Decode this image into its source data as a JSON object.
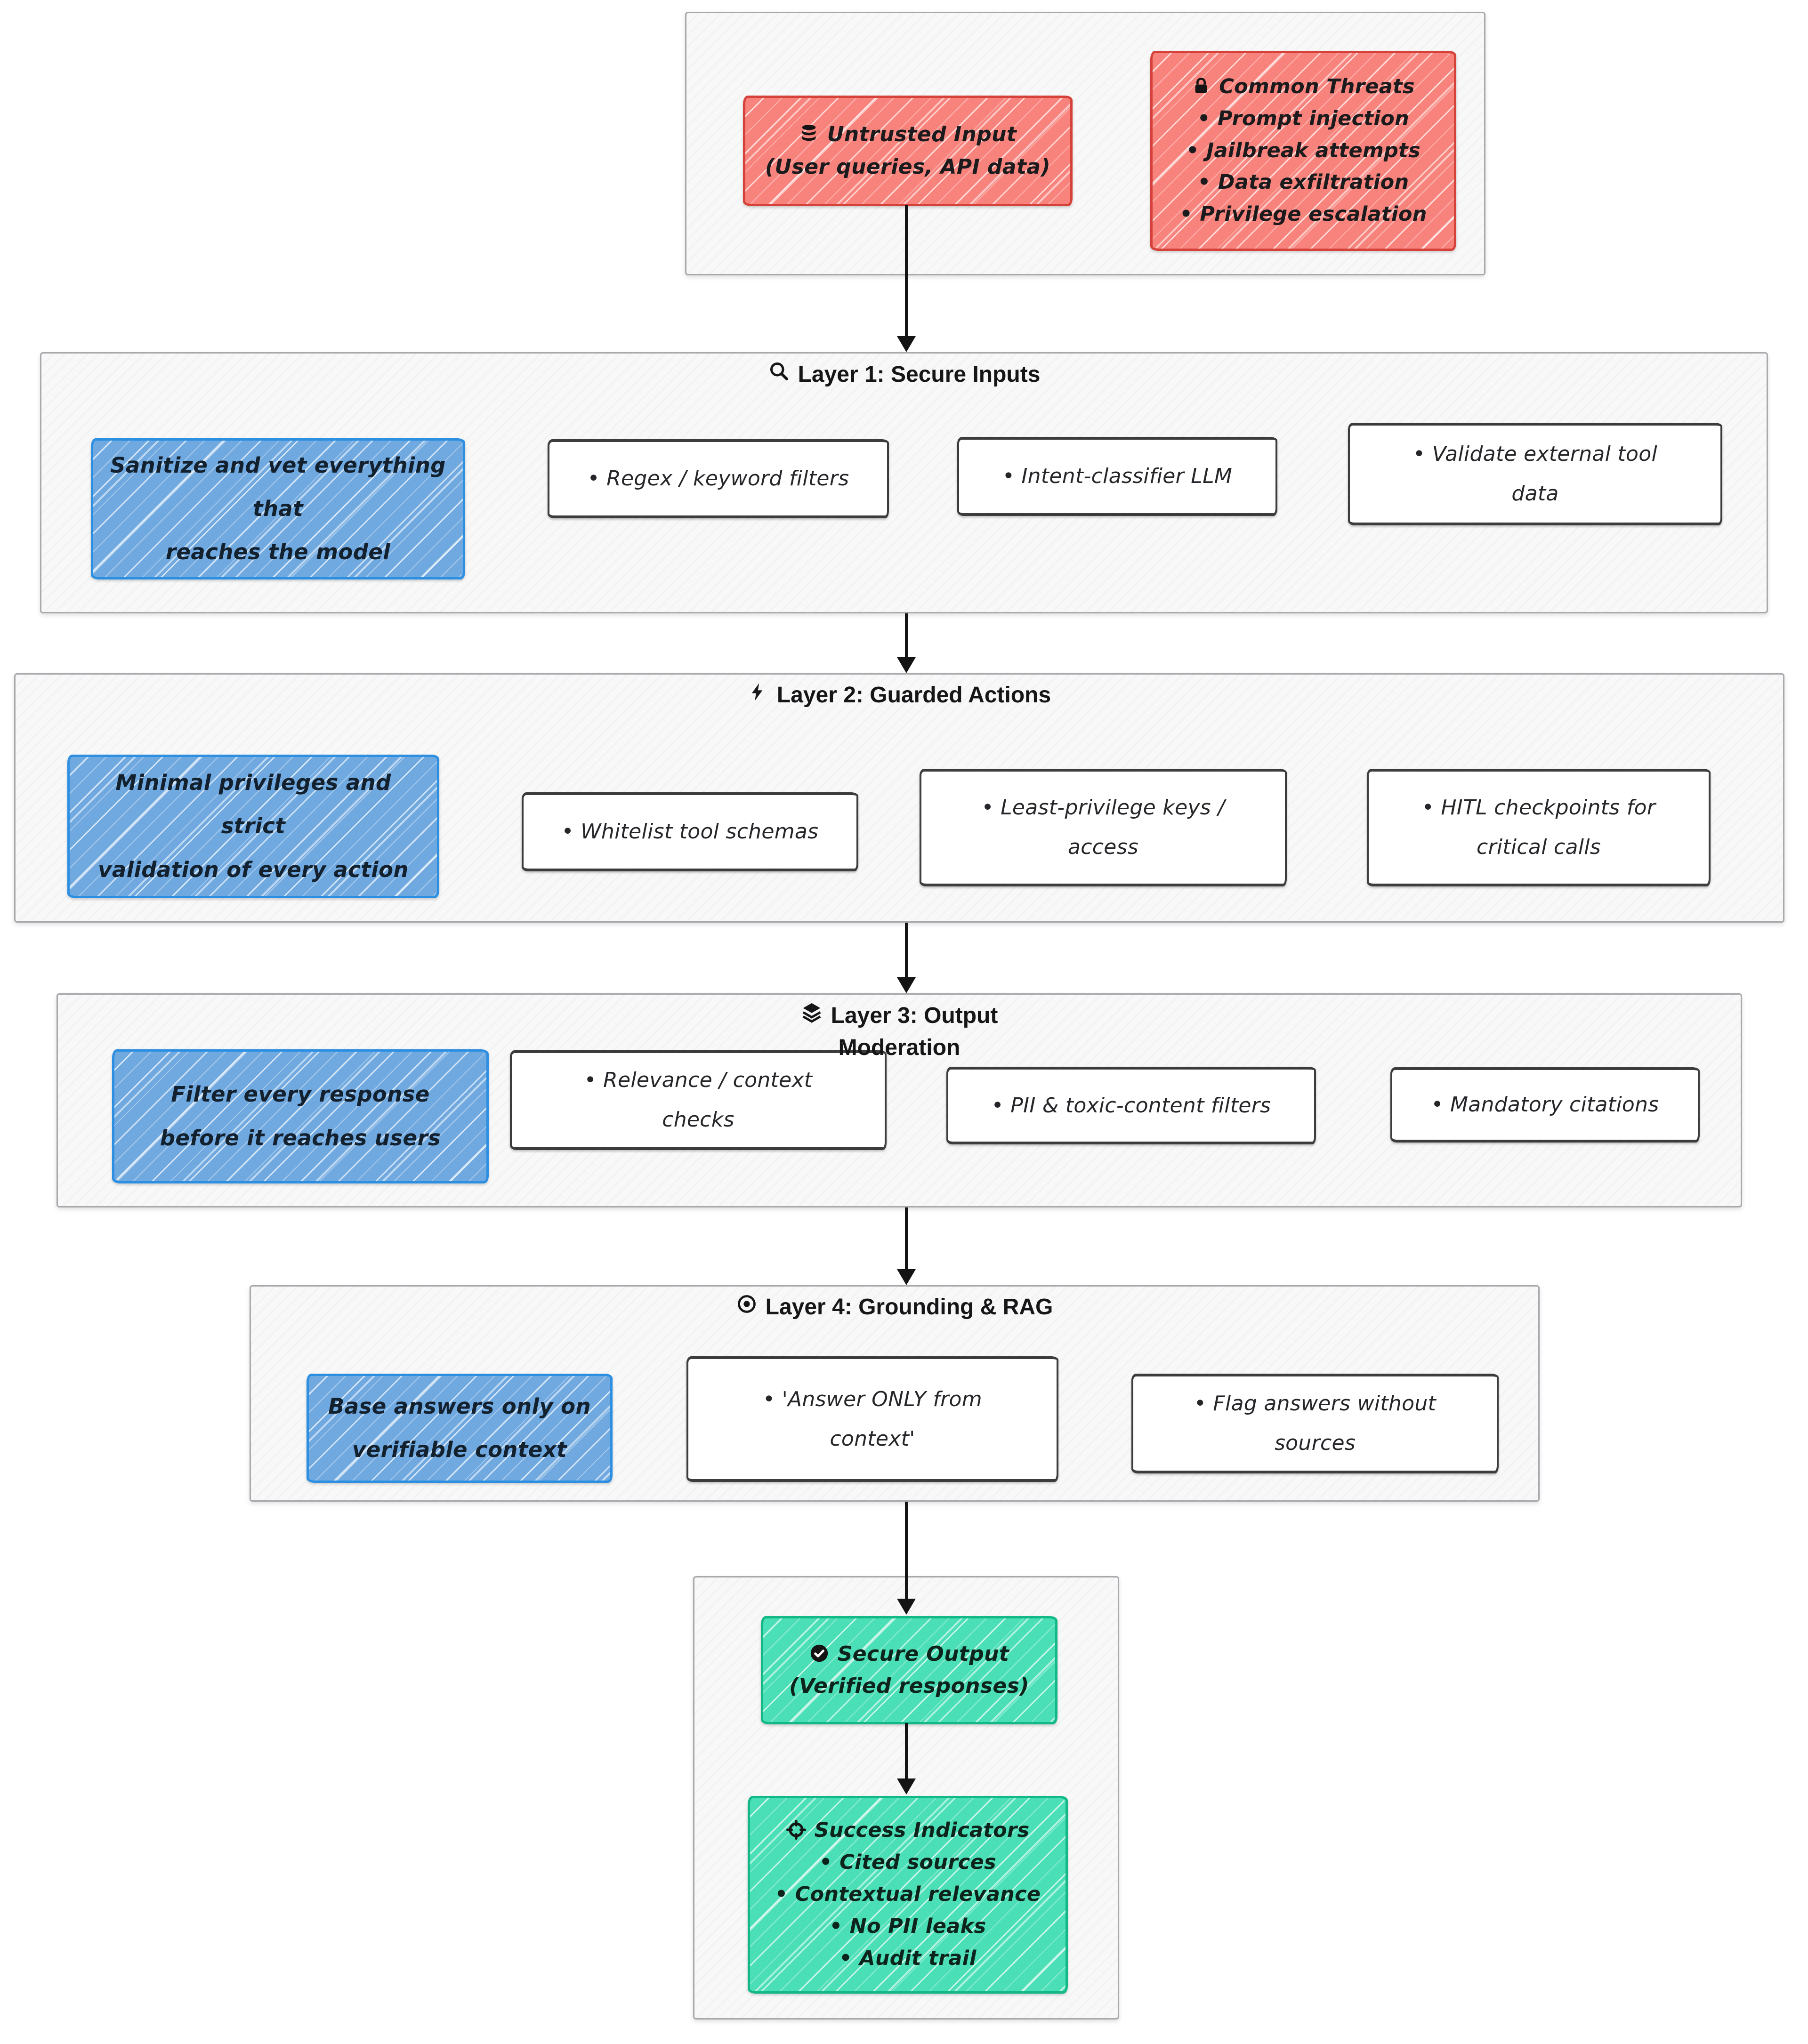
{
  "colors": {
    "red_fill": "#f8837c",
    "red_border": "#d6423a",
    "blue_fill": "#70a9e0",
    "blue_border": "#2d8fe2",
    "green_fill": "#4adfb6",
    "green_border": "#12b886",
    "band_bg": "#f8f8f8",
    "band_border": "#a8a8ad",
    "box_border": "#3c3c3c",
    "ink": "#1b1b1d",
    "arrow": "#141414"
  },
  "top_group": {
    "untrusted_box": {
      "icon": "database-icon",
      "title": "Untrusted Input",
      "subtitle": "(User queries, API data)"
    },
    "threats_box": {
      "icon": "lock-icon",
      "title": "Common Threats",
      "items": [
        "• Prompt injection",
        "• Jailbreak attempts",
        "• Data exfiltration",
        "• Privilege escalation"
      ]
    }
  },
  "layer1": {
    "icon": "search-icon",
    "title": "Layer 1: Secure Inputs",
    "note_lines": [
      "Sanitize and vet everything",
      "that",
      "reaches the model"
    ],
    "box1": "• Regex / keyword filters",
    "box2": "• Intent-classifier LLM",
    "box3_lines": [
      "• Validate external tool",
      "data"
    ]
  },
  "layer2": {
    "icon": "bolt-icon",
    "title": "Layer 2: Guarded Actions",
    "note_lines": [
      "Minimal privileges and",
      "strict",
      "validation of every action"
    ],
    "box1": "• Whitelist tool schemas",
    "box2_lines": [
      "• Least-privilege keys /",
      "access"
    ],
    "box3_lines": [
      "• HITL checkpoints for",
      "critical calls"
    ]
  },
  "layer3": {
    "icon": "layers-icon",
    "title_line1": "Layer 3: Output",
    "title_line2": "Moderation",
    "note_lines": [
      "Filter every response",
      "before it reaches users"
    ],
    "box1_lines": [
      "• Relevance / context",
      "checks"
    ],
    "box2": "• PII & toxic-content filters",
    "box3": "• Mandatory citations"
  },
  "layer4": {
    "icon": "target-icon",
    "title": "Layer 4: Grounding & RAG",
    "note_lines": [
      "Base answers only on",
      "verifiable context"
    ],
    "box1_lines": [
      "• 'Answer ONLY from",
      "context'"
    ],
    "box2_lines": [
      "• Flag answers without",
      "sources"
    ]
  },
  "secure_output": {
    "icon": "check-circle-icon",
    "title": "Secure Output",
    "subtitle": "(Verified responses)"
  },
  "success_indicators": {
    "icon": "crosshair-icon",
    "title": "Success Indicators",
    "items": [
      "• Cited sources",
      "• Contextual relevance",
      "• No PII leaks",
      "• Audit trail"
    ]
  }
}
